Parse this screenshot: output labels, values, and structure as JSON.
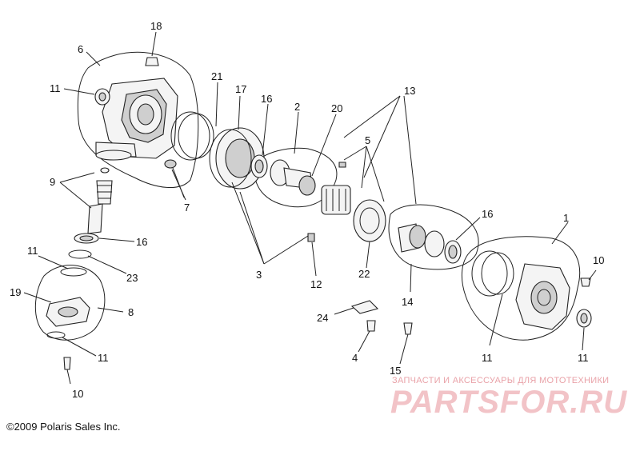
{
  "callouts": [
    "1",
    "2",
    "3",
    "4",
    "5",
    "6",
    "7",
    "8",
    "9",
    "10",
    "10",
    "11",
    "11",
    "11",
    "11",
    "11",
    "12",
    "13",
    "14",
    "15",
    "16",
    "16",
    "16",
    "17",
    "18",
    "19",
    "20",
    "21",
    "22",
    "23",
    "24"
  ],
  "copyright": "©2009  Polaris Sales Inc.",
  "watermark": {
    "tagline": "ЗАПЧАСТИ И АКСЕССУАРЫ ДЛЯ МОТОТЕХНИКИ",
    "logo": "PARTSFOR.RU"
  }
}
